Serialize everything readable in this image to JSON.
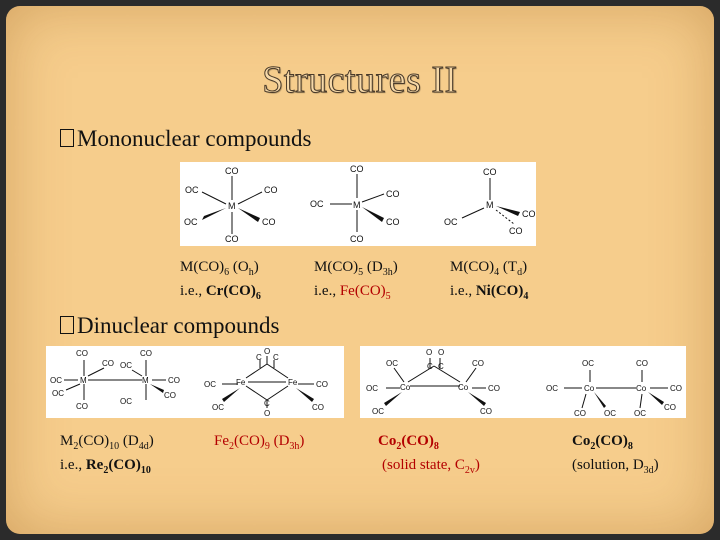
{
  "slide": {
    "title": "Structures II",
    "bullets": {
      "mononuclear": "Mononuclear compounds",
      "dinuclear": "Dinuclear compounds"
    },
    "colors": {
      "background": "#f6cd8c",
      "accent_red": "#b30000"
    }
  },
  "mono": {
    "labels": {
      "M": "M",
      "CO": "CO",
      "OC": "OC"
    },
    "captions": [
      {
        "formula_main": "M(CO)",
        "formula_sub": "6",
        "sym_open": " (O",
        "sym_sub": "h",
        "sym_close": ")",
        "ie": "i.e., ",
        "ex_main": "Cr(CO)",
        "ex_sub": "6"
      },
      {
        "formula_main": "M(CO)",
        "formula_sub": "5",
        "sym_open": " (D",
        "sym_sub": "3h",
        "sym_close": ")",
        "ie": "i.e., ",
        "ex_main": "Fe(CO)",
        "ex_sub": "5"
      },
      {
        "formula_main": "M(CO)",
        "formula_sub": "4",
        "sym_open": " (T",
        "sym_sub": "d",
        "sym_close": ")",
        "ie": "i.e., ",
        "ex_main": "Ni(CO)",
        "ex_sub": "4"
      }
    ]
  },
  "di": {
    "labels": {
      "M": "M",
      "Fe": "Fe",
      "Co": "Co",
      "CO": "CO",
      "OC": "OC",
      "C": "C",
      "O": "O"
    },
    "captions": {
      "m2": {
        "main": "M",
        "s1": "2",
        "mid": "(CO)",
        "s2": "10",
        "open": " (D",
        "s3": "4d",
        "close": ")",
        "ie": "i.e., ",
        "ex_a": "Re",
        "ex_s1": "2",
        "ex_b": "(CO)",
        "ex_s2": "10"
      },
      "fe2": {
        "main": "Fe",
        "s1": "2",
        "mid": "(CO)",
        "s2": "9",
        "open": " (D",
        "s3": "3h",
        "close": ")"
      },
      "co2a": {
        "main": "Co",
        "s1": "2",
        "mid": "(CO)",
        "s2": "8",
        "line2_open": "(solid state, C",
        "line2_sub": "2v",
        "line2_close": ")"
      },
      "co2b": {
        "main": "Co",
        "s1": "2",
        "mid": "(CO)",
        "s2": "8",
        "line2_open": "(solution, D",
        "line2_sub": "3d",
        "line2_close": ")"
      }
    }
  }
}
